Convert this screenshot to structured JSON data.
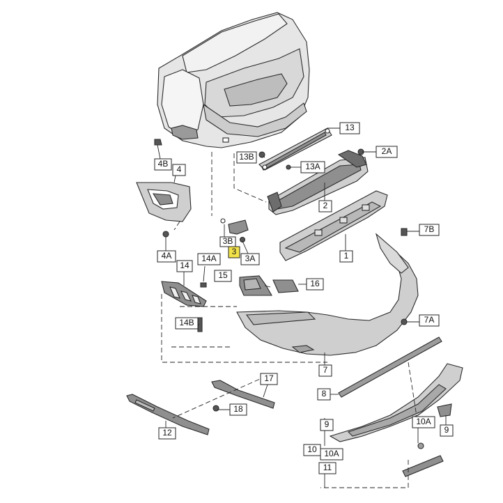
{
  "callouts": {
    "c1": "1",
    "c2": "2",
    "c2A": "2A",
    "c3": "3",
    "c3A": "3A",
    "c3B": "3B",
    "c4": "4",
    "c4A": "4A",
    "c4B": "4B",
    "c7": "7",
    "c7A": "7A",
    "c7B": "7B",
    "c8": "8",
    "c9a": "9",
    "c9b": "9",
    "c10": "10",
    "c10Aa": "10A",
    "c10Ab": "10A",
    "c11": "11",
    "c12": "12",
    "c13": "13",
    "c13A": "13A",
    "c13B": "13B",
    "c14": "14",
    "c14A": "14A",
    "c14B": "14B",
    "c15": "15",
    "c16": "16",
    "c17": "17",
    "c18": "18"
  },
  "colors": {
    "highlight": "#f3e34a",
    "parts": "#cfcfcf",
    "outline": "#2a2a2a"
  }
}
